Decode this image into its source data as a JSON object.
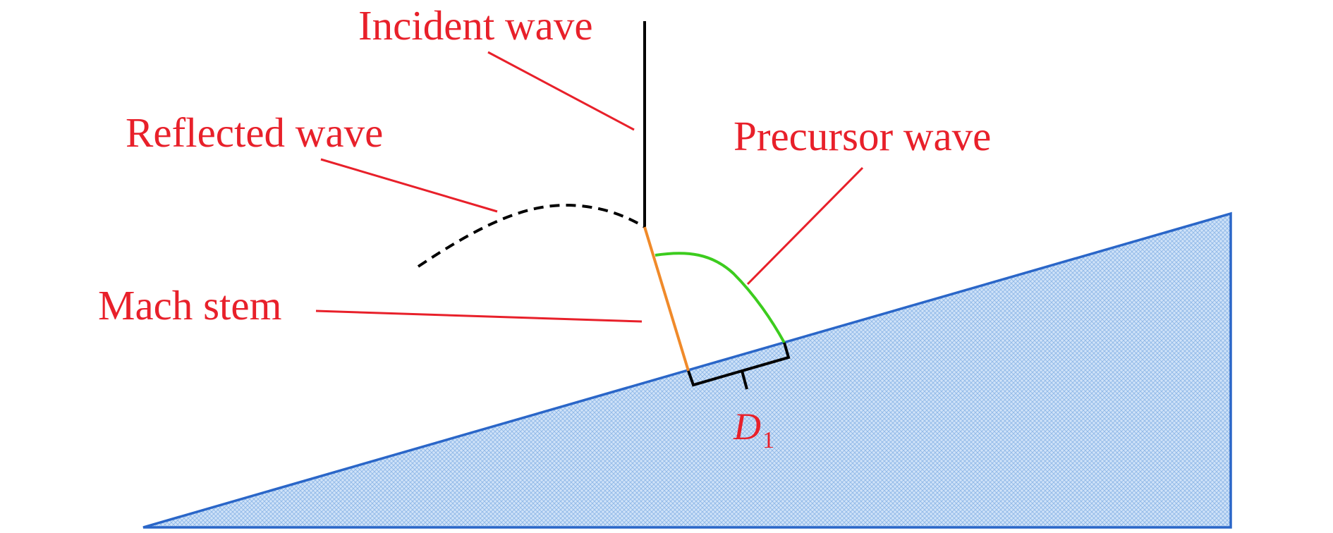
{
  "labels": {
    "incident": "Incident wave",
    "reflected": "Reflected wave",
    "precursor": "Precursor wave",
    "mach": "Mach stem",
    "d_symbol": "D",
    "d_subscript": "1"
  },
  "colors": {
    "label_text": "#e8202a",
    "leader_line": "#e8202a",
    "incident_wave": "#000000",
    "reflected_wave": "#000000",
    "mach_stem": "#f08a2a",
    "precursor_wave": "#3ccc1e",
    "ramp_fill": "#b4d2f2",
    "ramp_edge": "#2a66c8"
  }
}
